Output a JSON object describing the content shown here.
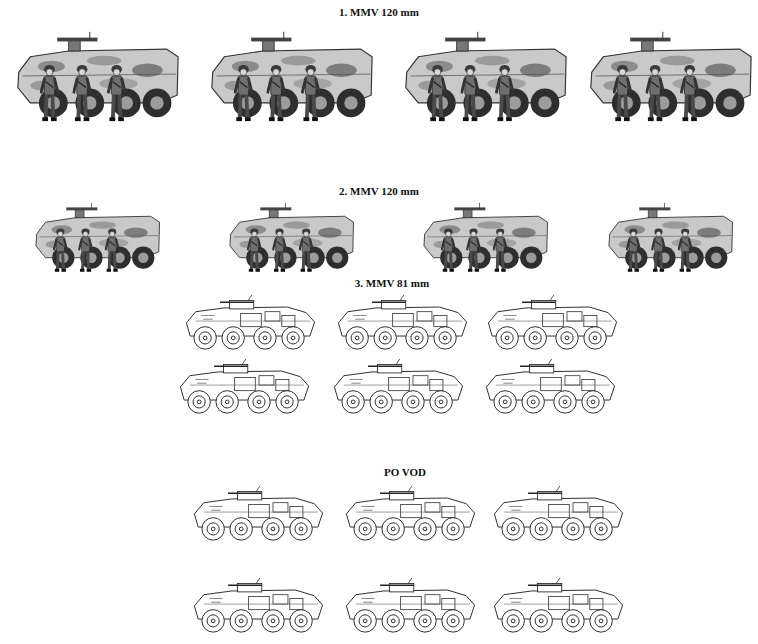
{
  "diagram": {
    "labels": [
      "1. MMV 120 mm",
      "2. MMV 120 mm",
      "3. MMV 81 mm",
      "PO VOD"
    ]
  }
}
